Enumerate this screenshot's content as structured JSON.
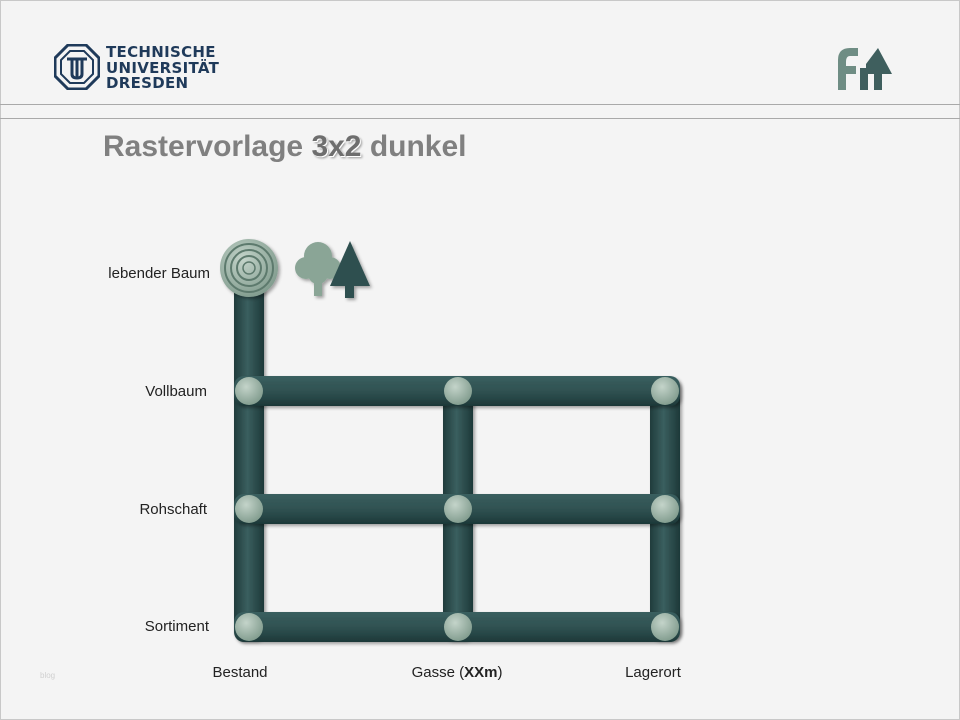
{
  "header": {
    "university_name": "TECHNISCHE\nUNIVERSITÄT\nDRESDEN",
    "left_logo_icon": "tu-dresden-emblem",
    "right_logo_icon": "fit-logo"
  },
  "title": {
    "prefix": "Rastervorlage ",
    "highlight": "3x2",
    "suffix": " dunkel"
  },
  "rows": [
    {
      "label": "lebender Baum"
    },
    {
      "label": "Vollbaum"
    },
    {
      "label": "Rohschaft"
    },
    {
      "label": "Sortiment"
    }
  ],
  "columns": [
    {
      "label_pre": "Bestand",
      "label_bold": "",
      "label_post": ""
    },
    {
      "label_pre": "Gasse (",
      "label_bold": "XXm",
      "label_post": ")"
    },
    {
      "label_pre": "Lagerort",
      "label_bold": "",
      "label_post": ""
    }
  ],
  "icons": [
    "tree-rings-icon",
    "deciduous-tree-icon",
    "conifer-tree-icon"
  ],
  "footer_note": "blog",
  "colors": {
    "pipe": "#325454",
    "node": "#9fb5a8",
    "text": "#222222",
    "title": "#808080"
  }
}
